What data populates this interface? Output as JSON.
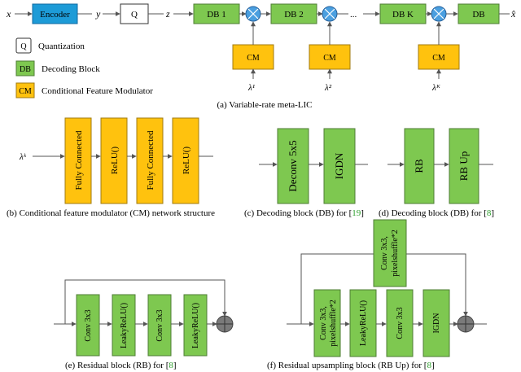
{
  "top": {
    "var_x": "x",
    "var_y": "y",
    "var_z": "z",
    "var_xhat": "x̂",
    "encoder": "Encoder",
    "q": "Q",
    "db1": "DB 1",
    "db2": "DB 2",
    "ellipsis": "...",
    "dbk": "DB K",
    "db_last": "DB",
    "cm": "CM",
    "lambda1": "λ¹",
    "lambda2": "λ²",
    "lambdaK": "λᴷ",
    "caption": "(a) Variable-rate meta-LIC"
  },
  "legend": {
    "q_key": "Q",
    "q_text": "Quantization",
    "db_key": "DB",
    "db_text": "Decoding Block",
    "cm_key": "CM",
    "cm_text": "Conditional Feature Modulator"
  },
  "panel_b": {
    "input": "λᵏ",
    "box1": "Fully Connected",
    "box2": "ReLU()",
    "box3": "Fully Connected",
    "box4": "ReLU()",
    "caption": "(b) Conditional feature modulator (CM) network structure"
  },
  "panel_c": {
    "box1": "Deconv 5x5",
    "box2": "IGDN",
    "caption": "(c) Decoding block (DB) for [",
    "cite": "19",
    "caption_end": "]"
  },
  "panel_d": {
    "box1": "RB",
    "box2": "RB Up",
    "caption": "(d) Decoding block (DB) for [",
    "cite": "8",
    "caption_end": "]"
  },
  "panel_e": {
    "box1": "Conv 3x3",
    "box2": "LeakyReLU()",
    "box3": "Conv 3x3",
    "box4": "LeakyReLU()",
    "caption": "(e) Residual block (RB) for [",
    "cite": "8",
    "caption_end": "]"
  },
  "panel_f": {
    "skip_l1": "Conv 3x3,",
    "skip_l2": "pixelshuffle*2",
    "box1_l1": "Conv 3x3,",
    "box1_l2": "pixelshuffle*2",
    "box2": "LeakyReLU()",
    "box3": "Conv 3x3",
    "box4": "IGDN",
    "caption": "(f) Residual upsampling block (RB Up) for [",
    "cite": "8",
    "caption_end": "]"
  }
}
